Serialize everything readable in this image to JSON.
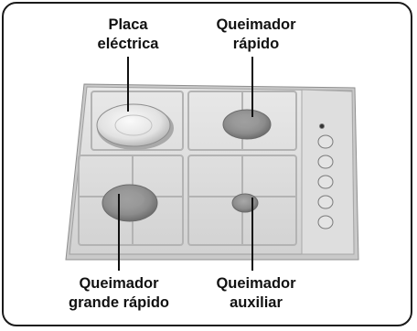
{
  "labels": {
    "electric_plate": [
      "Placa",
      "eléctrica"
    ],
    "fast_burner": [
      "Queimador",
      "rápido"
    ],
    "large_fast_burner": [
      "Queimador",
      "grande rápido"
    ],
    "auxiliary_burner": [
      "Queimador",
      "auxiliar"
    ]
  },
  "colors": {
    "frame": "#1a1a1a",
    "cooktop": "#dcdcdc",
    "burner": "#8e8e8e",
    "plate": "#e6e6e6",
    "grid": "#b8b8b8"
  }
}
